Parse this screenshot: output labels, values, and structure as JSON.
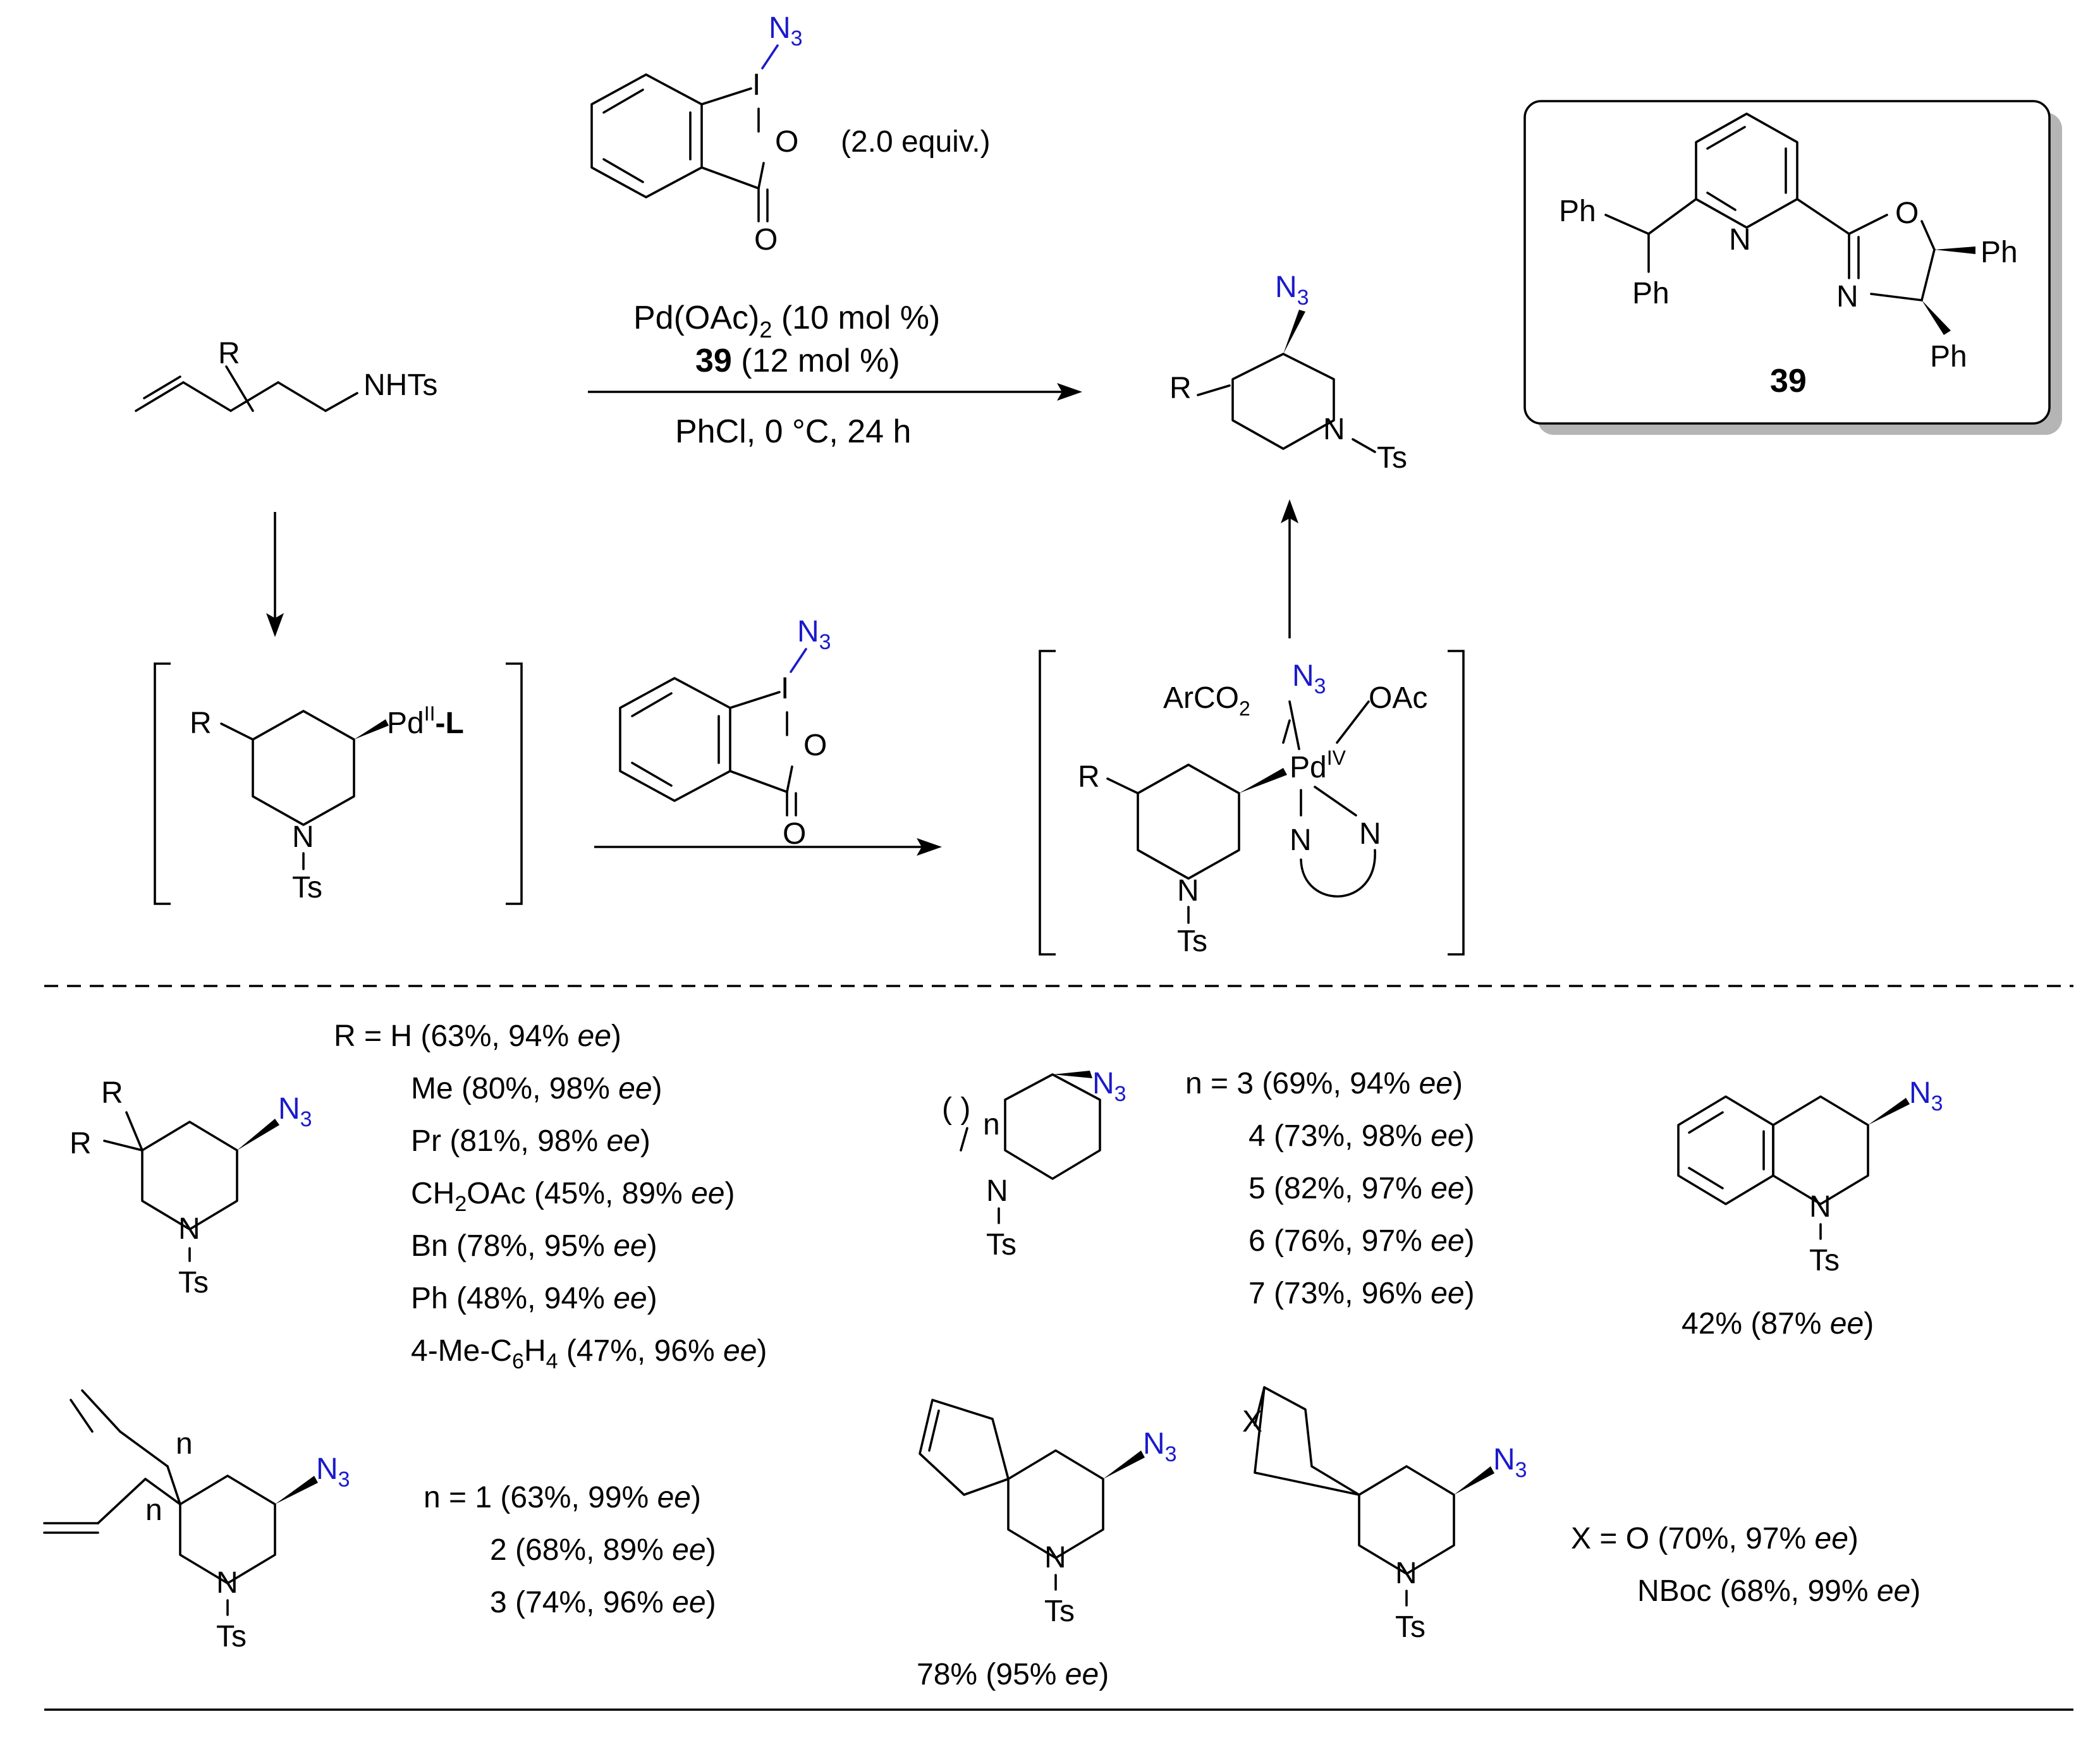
{
  "reagent_top": {
    "azide": "N3",
    "iodine": "I",
    "ring_o": "O",
    "carbonyl_o": "O",
    "equiv": "(2.0 equiv.)"
  },
  "conditions": {
    "line1_prefix": "Pd(OAc)",
    "line1_sub": "2",
    "line1_suffix": " (10 mol %)",
    "line2_bold": "39",
    "line2_rest": " (12 mol %)",
    "line3": "PhCl, 0 °C, 24 h"
  },
  "substrate": {
    "r": "R",
    "nhts": "NHTs"
  },
  "product": {
    "r": "R",
    "n": "N",
    "ts": "Ts",
    "azide": "N3"
  },
  "ligand_box": {
    "ph_top": "Ph",
    "ph_bottom": "Ph",
    "n_pyr": "N",
    "o_ox": "O",
    "n_ox": "N",
    "ph_right": "Ph",
    "ph_lower": "Ph",
    "label": "39"
  },
  "intermediate1": {
    "r": "R",
    "pd": "Pd",
    "pd_sup": "II",
    "ligand": "-L",
    "n": "N",
    "ts": "Ts"
  },
  "reagent_mid": {
    "azide": "N3",
    "iodine": "I",
    "ring_o": "O",
    "carbonyl_o": "O"
  },
  "intermediate2": {
    "arco2": "ArCO",
    "arco2_sub": "2",
    "azide": "N3",
    "oac": "OAc",
    "pd": "Pd",
    "pd_sup": "IV",
    "r": "R",
    "n1": "N",
    "n2": "N",
    "n_ring": "N",
    "ts": "Ts"
  },
  "scope": {
    "entry1": {
      "r_top": "R",
      "r_left": "R",
      "n": "N",
      "ts": "Ts",
      "azide": "N3",
      "list": [
        [
          "R = H (63%, 94% ",
          "ee",
          ")"
        ],
        [
          "Me (80%, 98% ",
          "ee",
          ")"
        ],
        [
          "Pr (81%, 98% ",
          "ee",
          ")"
        ],
        [
          "CH2OAc (45%, 89% ",
          "ee",
          ")"
        ],
        [
          "Bn (78%, 95% ",
          "ee",
          ")"
        ],
        [
          "Ph (48%, 94% ",
          "ee",
          ")"
        ],
        [
          "4-Me-C6H4 (47%, 96% ",
          "ee",
          ")"
        ]
      ]
    },
    "entry2": {
      "paren": "( )",
      "n_sub": "n",
      "n": "N",
      "ts": "Ts",
      "azide": "N3",
      "list": [
        [
          "n = 3 (69%, 94% ",
          "ee",
          ")"
        ],
        [
          "4 (73%, 98% ",
          "ee",
          ")"
        ],
        [
          "5 (82%, 97% ",
          "ee",
          ")"
        ],
        [
          "6 (76%, 97% ",
          "ee",
          ")"
        ],
        [
          "7 (73%, 96% ",
          "ee",
          ")"
        ]
      ]
    },
    "entry3": {
      "n": "N",
      "ts": "Ts",
      "azide": "N3",
      "yield": [
        "42% (87% ",
        "ee",
        ")"
      ]
    },
    "entry4": {
      "n_sub": "n",
      "n": "N",
      "ts": "Ts",
      "azide": "N3",
      "list": [
        [
          "n = 1 (63%, 99% ",
          "ee",
          ")"
        ],
        [
          "2 (68%, 89% ",
          "ee",
          ")"
        ],
        [
          "3 (74%, 96% ",
          "ee",
          ")"
        ]
      ]
    },
    "entry5": {
      "n": "N",
      "ts": "Ts",
      "azide": "N3",
      "yield": [
        "78% (95% ",
        "ee",
        ")"
      ]
    },
    "entry6": {
      "x": "X",
      "n": "N",
      "ts": "Ts",
      "azide": "N3",
      "list": [
        [
          "X = O (70%, 97% ",
          "ee",
          ")"
        ],
        [
          "NBoc (68%, 99% ",
          "ee",
          ")"
        ]
      ]
    }
  },
  "colors": {
    "azide": "#1a1acc",
    "line": "#000000",
    "shadow": "#b5b5b5"
  }
}
